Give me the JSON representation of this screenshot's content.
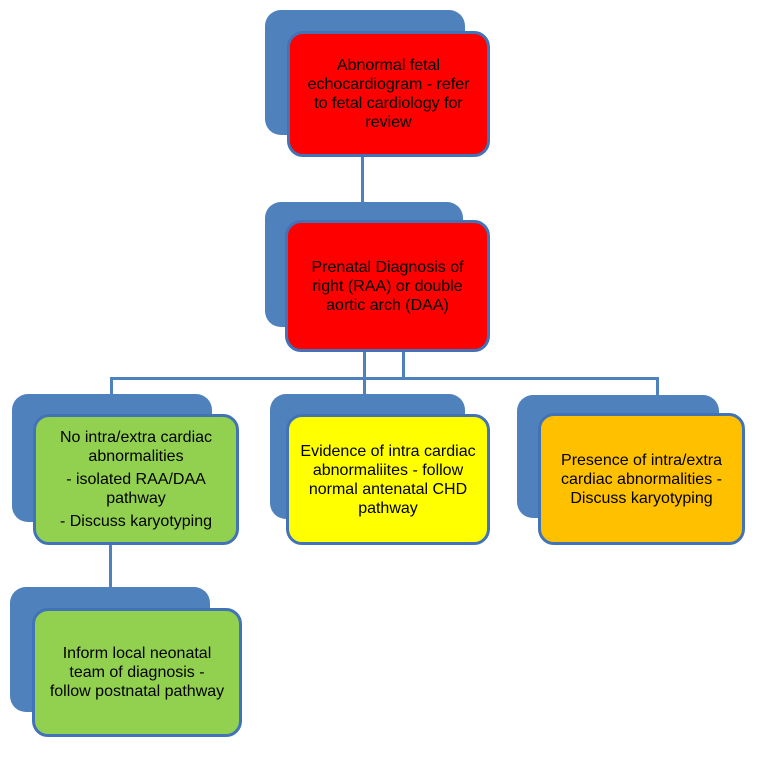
{
  "title": "Prenatal aortic arch anomaly pathway flowchart",
  "colors": {
    "shadow_blue": "#4F81BD",
    "border_blue": "#4273B8",
    "connector_blue": "#4F81BD",
    "red": "#FE0000",
    "green": "#92D050",
    "yellow": "#FFFF00",
    "orange": "#FFC000",
    "text": "#000000",
    "background": "#FFFFFF"
  },
  "nodes": {
    "abnormal_echo": {
      "fill": "#FE0000",
      "text": "Abnormal fetal\nechocardiogram - refer\nto fetal cardiology for\nreview"
    },
    "prenatal_diagnosis": {
      "fill": "#FE0000",
      "text": "Prenatal Diagnosis of\nright (RAA) or double\naortic arch (DAA)"
    },
    "no_abnormalities": {
      "fill": "#92D050",
      "paragraphs": [
        "No intra/extra cardiac\nabnormalities",
        "- isolated RAA/DAA\npathway",
        "- Discuss karyotyping"
      ]
    },
    "intra_cardiac_evidence": {
      "fill": "#FFFF00",
      "text": "Evidence of intra cardiac\nabnormaliites - follow\nnormal antenatal CHD\npathway"
    },
    "intra_extra_presence": {
      "fill": "#FFC000",
      "text": "Presence of intra/extra\ncardiac abnormalities -\nDiscuss karyotyping"
    },
    "inform_neonatal": {
      "fill": "#92D050",
      "text": "Inform local neonatal\nteam of diagnosis -\nfollow postnatal pathway"
    }
  }
}
